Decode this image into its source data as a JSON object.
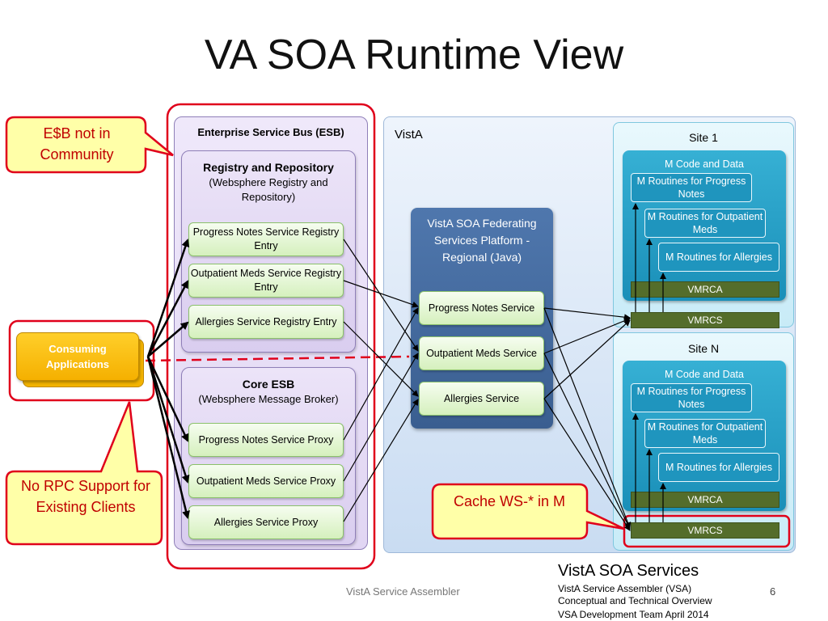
{
  "slide": {
    "title": "VA SOA Runtime View",
    "page_number": "6"
  },
  "esb": {
    "title": "Enterprise Service Bus (ESB)",
    "registry": {
      "title": "Registry and Repository",
      "subtitle": "(Websphere Registry and Repository)",
      "entries": [
        "Progress Notes Service Registry Entry",
        "Outpatient Meds Service Registry Entry",
        "Allergies Service Registry Entry"
      ]
    },
    "core": {
      "title": "Core ESB",
      "subtitle": "(Websphere Message Broker)",
      "proxies": [
        "Progress Notes Service Proxy",
        "Outpatient Meds Service Proxy",
        "Allergies Service Proxy"
      ]
    }
  },
  "consuming": {
    "label": "Consuming Applications"
  },
  "callouts": {
    "esb_not_in_community": "E$B not in Community",
    "no_rpc": "No RPC Support for Existing Clients",
    "cache": "Cache WS-* in M"
  },
  "vista": {
    "label": "VistA",
    "federating": {
      "title": "VistA SOA Federating Services Platform - Regional (Java)",
      "services": [
        "Progress Notes Service",
        "Outpatient Meds Service",
        "Allergies Service"
      ]
    },
    "sites": [
      {
        "title": "Site 1",
        "m_code_label": "M  Code and Data",
        "routines": [
          "M Routines  for Progress Notes",
          "M Routines  for Outpatient Meds",
          "M Routines  for Allergies"
        ],
        "vmrca": "VMRCA",
        "vmrcs": "VMRCS"
      },
      {
        "title": "Site N",
        "m_code_label": "M  Code and Data",
        "routines": [
          "M Routines  for Progress Notes",
          "M Routines  for Outpatient Meds",
          "M Routines  for Allergies"
        ],
        "vmrca": "VMRCA",
        "vmrcs": "VMRCS"
      }
    ]
  },
  "footer": {
    "center": "VistA Service Assembler",
    "title": "VistA SOA Services",
    "lines": [
      "VistA Service Assembler (VSA)",
      "Conceptual and Technical Overview",
      "VSA Development Team April 2014"
    ]
  },
  "colors": {
    "callout_border": "#e0001b",
    "callout_fill": "#ffffa8",
    "callout_text": "#c00000",
    "esb_panel": "#e1d6f3",
    "green_box": "#d5f0bd",
    "federating": "#3a5e90",
    "m_code": "#1a8fb8",
    "vmr_bar": "#546d2b",
    "consuming": "#f5b000"
  }
}
